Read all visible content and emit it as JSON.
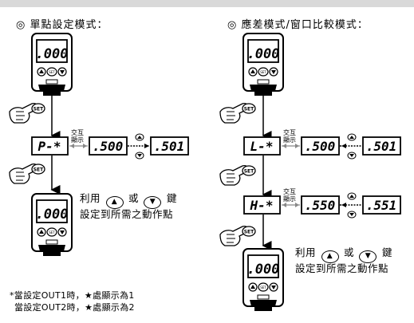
{
  "left_section": {
    "title": "◎ 單點設定模式：",
    "step_display": "P-*",
    "alternate_label": "交互顯示",
    "value_display_a": ".500",
    "value_display_b": ".501",
    "instruction_prefix": "利用",
    "instruction_or": "或",
    "instruction_suffix": "鍵",
    "instruction_line2": "設定到所需之動作點",
    "footnote_line1": "*當設定OUT1時，★處顯示為1",
    "footnote_line2": "當設定OUT2時，★處顯示為2"
  },
  "right_section": {
    "title": "◎ 應差模式/窗口比較模式：",
    "step1_display": "L-*",
    "step1_value_a": ".500",
    "step1_value_b": ".501",
    "step2_display": "H-*",
    "step2_value_a": ".550",
    "step2_value_b": ".551",
    "alternate_label": "交互顯示",
    "instruction_prefix": "利用",
    "instruction_or": "或",
    "instruction_suffix": "鍵",
    "instruction_line2": "設定到所需之動作點"
  },
  "device": {
    "screen_value": ".000",
    "set_button_label": "SET",
    "hand_button_label": "SET"
  },
  "icons": {
    "up_icon": "▲",
    "down_icon": "▼"
  }
}
